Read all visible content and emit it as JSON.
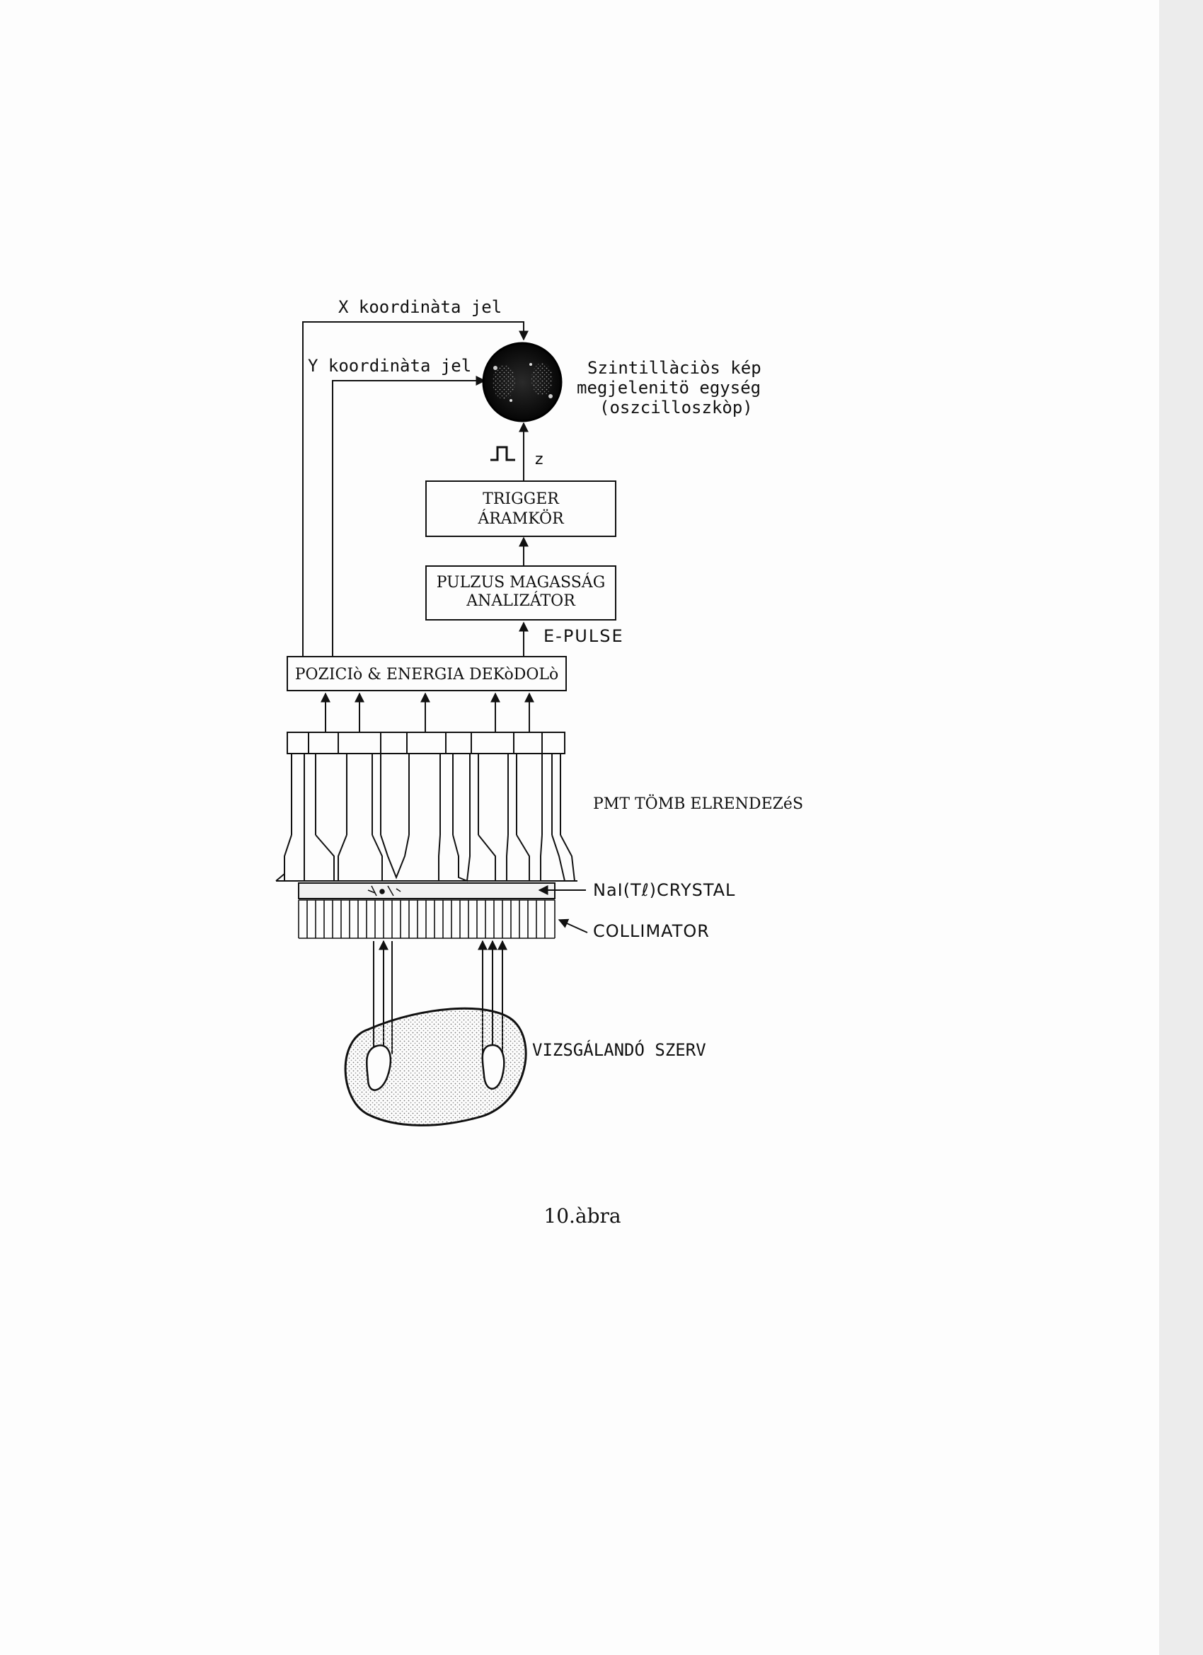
{
  "labels": {
    "x_signal": "X koordinàta jel",
    "y_signal": "Y koordinàta jel",
    "display_line1": "Szintillàciòs kép",
    "display_line2": "megjelenitö egység",
    "display_line3": "(oszcilloszkòp)",
    "z_label": "z",
    "trigger_line1": "TRIGGER",
    "trigger_line2": "ÁRAMKÖR",
    "pha_line1": "PULZUS MAGASSÁG",
    "pha_line2": "ANALIZÁTOR",
    "e_pulse": "E-PULSE",
    "decoder": "POZICIò & ENERGIA DEKòDOLò",
    "pmt_array": "PMT TÖMB ELRENDEZéS",
    "crystal": "NaI(Tℓ)CRYSTAL",
    "collimator": "COLLIMATOR",
    "organ": "VIZSGÁLANDÓ SZERV",
    "caption": "10.àbra"
  },
  "colors": {
    "ink": "#111111",
    "paper": "#fdfdfd",
    "scan_edge": "#ececec"
  }
}
